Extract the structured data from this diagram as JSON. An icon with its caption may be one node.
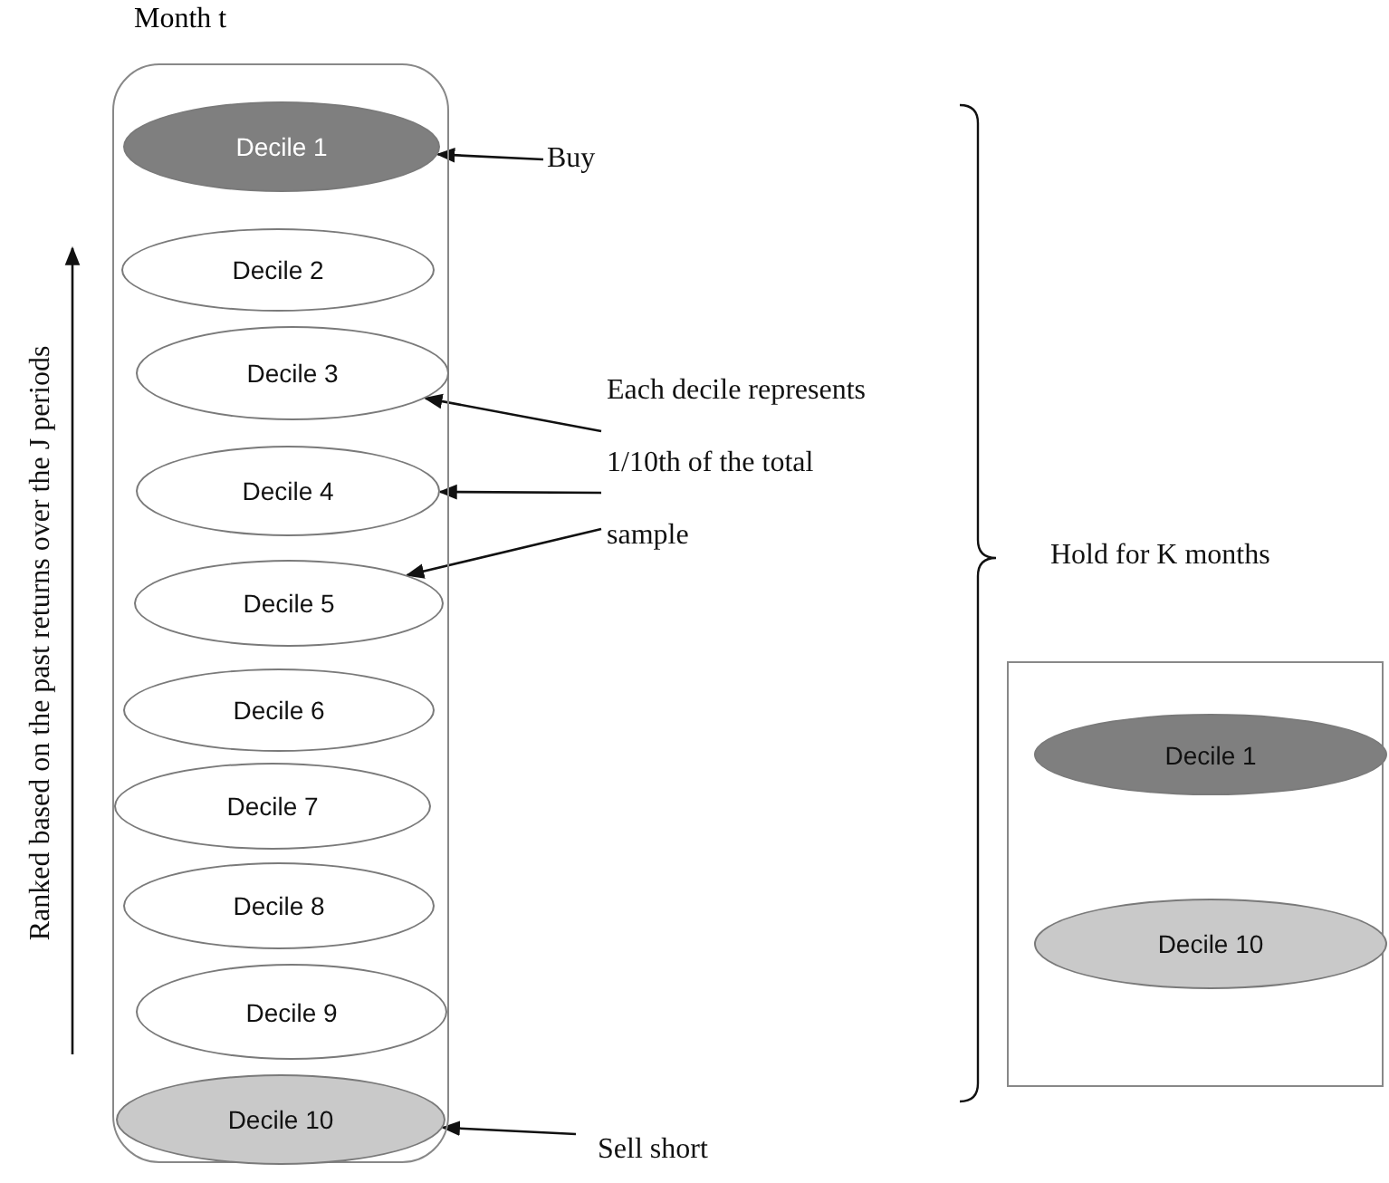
{
  "diagram": {
    "nodes": [
      {
        "text": [
          "Month t"
        ]
      },
      {
        "text": [
          "Decile 1"
        ],
        "in": 0
      },
      {
        "text": [
          "Decile 2"
        ],
        "in": 0
      },
      {
        "text": [
          "Decile 3"
        ],
        "in": 0
      },
      {
        "text": [
          "Decile 4"
        ],
        "in": 0
      },
      {
        "text": [
          "Decile 5"
        ],
        "in": 0
      },
      {
        "text": [
          "Decile 6"
        ],
        "in": 0
      },
      {
        "text": [
          "Decile 7"
        ],
        "in": 0
      },
      {
        "text": [
          "Decile 8"
        ],
        "in": 0
      },
      {
        "text": [
          "Decile 9"
        ],
        "in": 0
      },
      {
        "text": [
          "Decile 10"
        ],
        "in": 0
      },
      {
        "text": [
          "Buy"
        ]
      },
      {
        "text": [
          "Each decile represents 1/10th of the total sample"
        ]
      },
      {
        "text": [
          "Sell short"
        ]
      },
      {
        "text": [],
        "shape": "box"
      },
      {
        "text": [
          "Decile 1"
        ],
        "in": 14
      },
      {
        "text": [
          "Decile 10"
        ],
        "in": 14
      }
    ],
    "edges": [
      {
        "from": 11,
        "to": 1,
        "arrow": "to"
      },
      {
        "from": 12,
        "to": 3,
        "arrow": "to"
      },
      {
        "from": 12,
        "to": 4,
        "arrow": "to"
      },
      {
        "from": 12,
        "to": 5,
        "arrow": "to"
      },
      {
        "from": 13,
        "to": 10,
        "arrow": "to"
      }
    ],
    "labels": [
      "Ranked based on the past returns over the J periods",
      "Hold for K months"
    ]
  }
}
